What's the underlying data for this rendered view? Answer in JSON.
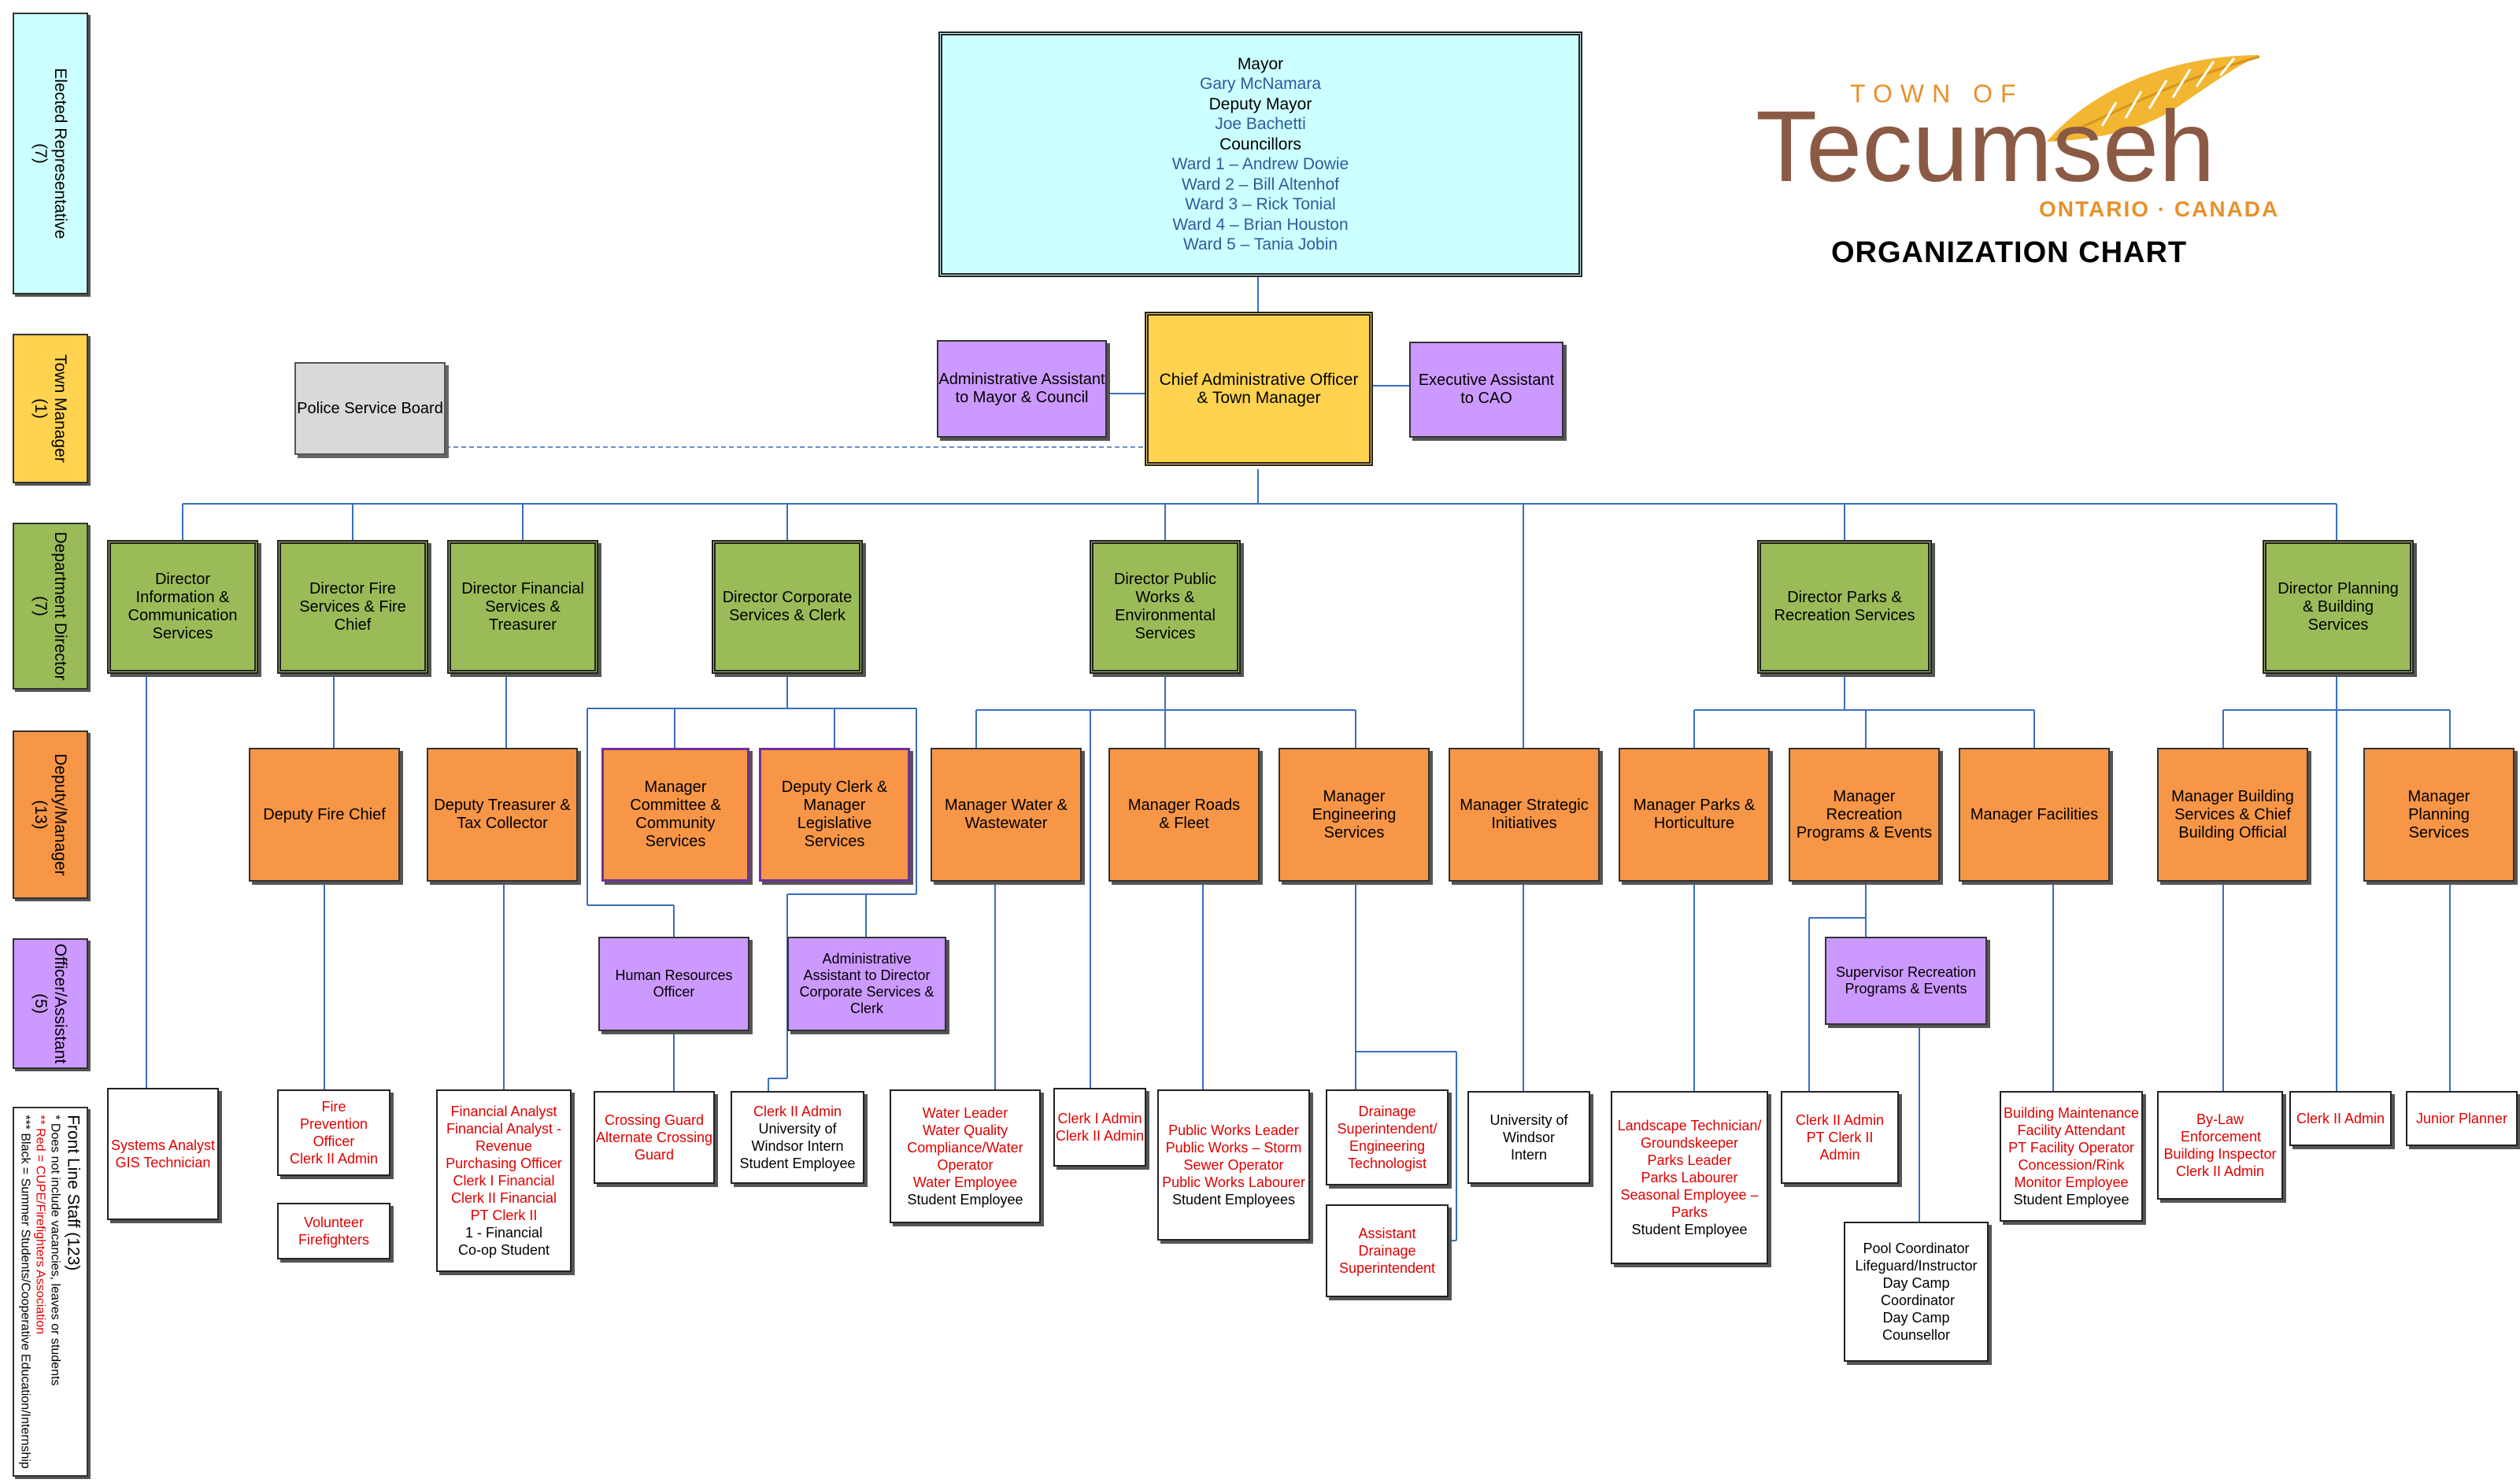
{
  "title": "ORGANIZATION CHART",
  "logo": {
    "top": "TOWN OF",
    "name": "Tecumseh",
    "bottom": "ONTARIO · CANADA",
    "colors": {
      "brown": "#8b5a44",
      "orange": "#e8902c",
      "feather": "#f2b632"
    }
  },
  "bands": [
    {
      "label": "Elected Representative",
      "count": "(7)",
      "color": "#ccffff"
    },
    {
      "label": "Town Manager",
      "count": "(1)",
      "color": "#ffd34f"
    },
    {
      "label": "Department Director",
      "count": "(7)",
      "color": "#9bbb59"
    },
    {
      "label": "Deputy/Manager",
      "count": "(13)",
      "color": "#f79646"
    },
    {
      "label": "Officer/Assistant",
      "count": "(5)",
      "color": "#cc99ff"
    },
    {
      "label": "Front Line Staff (123)",
      "notes": [
        "* Does not include vacancies, leaves or students",
        "** Red = CUPE/Firefighters Association",
        "*** Black = Summer Students/Cooperative Education/Internship"
      ]
    }
  ],
  "council": {
    "mayor_label": "Mayor",
    "mayor": "Gary McNamara",
    "deputy_label": "Deputy Mayor",
    "deputy": "Joe Bachetti",
    "councillors_label": "Councillors",
    "wards": [
      "Ward 1 – Andrew Dowie",
      "Ward 2 – Bill Altenhof",
      "Ward 3 – Rick Tonial",
      "Ward 4 – Brian Houston",
      "Ward 5 – Tania Jobin"
    ]
  },
  "cao": "Chief Administrative Officer & Town Manager",
  "admin_assistant_mayor": "Administrative Assistant to Mayor & Council",
  "exec_assistant": "Executive Assistant to CAO",
  "police": "Police Service Board",
  "directors": {
    "info": "Director Information & Communication Services",
    "fire": "Director Fire Services & Fire Chief",
    "finance": "Director Financial Services & Treasurer",
    "corporate": "Director Corporate Services & Clerk",
    "public_works": "Director Public Works & Environmental Services",
    "parks": "Director Parks & Recreation Services",
    "planning": "Director Planning & Building Services"
  },
  "managers": {
    "deputy_fire": "Deputy Fire Chief",
    "deputy_treasurer": "Deputy Treasurer & Tax Collector",
    "committee": "Manager Committee & Community Services",
    "deputy_clerk": "Deputy Clerk & Manager Legislative Services",
    "water": "Manager Water & Wastewater",
    "roads": "Manager Roads & Fleet",
    "engineering": "Manager Engineering Services",
    "strategic": "Manager Strategic Initiatives",
    "parks_hort": "Manager Parks & Horticulture",
    "recreation": "Manager Recreation Programs & Events",
    "facilities": "Manager Facilities",
    "building": "Manager Building Services & Chief Building Official",
    "planning": "Manager Planning Services"
  },
  "officers": {
    "hr": "Human Resources Officer",
    "admin_corp": "Administrative Assistant to Director Corporate Services & Clerk",
    "supervisor_rec": "Supervisor Recreation Programs & Events"
  },
  "staff": {
    "systems": {
      "red": [
        "Systems Analyst",
        "GIS Technician"
      ],
      "black": []
    },
    "fire_prev": {
      "red": [
        "Fire Prevention Officer",
        "Clerk II Admin"
      ],
      "black": []
    },
    "volunteer": {
      "red": [
        "Volunteer Firefighters"
      ],
      "black": []
    },
    "finance": {
      "red": [
        "Financial Analyst",
        "Financial Analyst - Revenue",
        "Purchasing Officer",
        "Clerk I Financial",
        "Clerk II Financial",
        "PT Clerk II"
      ],
      "black": [
        "1 - Financial",
        "Co-op Student"
      ]
    },
    "crossing": {
      "red": [
        "Crossing Guard",
        "Alternate Crossing Guard"
      ],
      "black": []
    },
    "clerk_corp": {
      "red": [
        "Clerk II Admin"
      ],
      "black": [
        "University of Windsor Intern",
        "Student Employee"
      ]
    },
    "water": {
      "red": [
        "Water Leader",
        "Water Quality Compliance/Water Operator",
        "Water Employee"
      ],
      "black": [
        "Student Employee"
      ]
    },
    "clerk_roads": {
      "red": [
        "Clerk I Admin",
        "Clerk II Admin"
      ],
      "black": []
    },
    "public_works": {
      "red": [
        "Public Works Leader",
        "Public Works – Storm Sewer Operator",
        "Public Works Labourer"
      ],
      "black": [
        "Student Employees"
      ]
    },
    "drainage": {
      "red": [
        "Drainage Superintendent/ Engineering Technologist"
      ],
      "black": []
    },
    "asst_drainage": {
      "red": [
        "Assistant Drainage Superintendent"
      ],
      "black": []
    },
    "strategic": {
      "red": [],
      "black": [
        "University of Windsor Intern"
      ]
    },
    "parks": {
      "red": [
        "Landscape Technician/ Groundskeeper",
        "Parks Leader",
        "Parks Labourer",
        "Seasonal Employee – Parks"
      ],
      "black": [
        "Student Employee"
      ]
    },
    "rec_clerk": {
      "red": [
        "Clerk II Admin",
        "PT Clerk II Admin"
      ],
      "black": []
    },
    "pool": {
      "red": [],
      "black": [
        "Pool Coordinator",
        "Lifeguard/Instructor",
        "Day Camp Coordinator",
        "Day Camp Counsellor"
      ]
    },
    "facilities": {
      "red": [
        "Building Maintenance",
        "Facility Attendant",
        "PT Facility Operator",
        "Concession/Rink Monitor Employee"
      ],
      "black": [
        "Student Employee"
      ]
    },
    "bylaw": {
      "red": [
        "By-Law Enforcement",
        "Building Inspector",
        "Clerk II Admin"
      ],
      "black": []
    },
    "clerk_planning": {
      "red": [
        "Clerk II Admin"
      ],
      "black": []
    },
    "junior_planner": {
      "red": [
        "Junior Planner"
      ],
      "black": []
    }
  },
  "colors": {
    "connector": "#3a6fbf",
    "dashed": "#6a8fd0",
    "red_text": "#e00000",
    "blue_text": "#2f5b9c"
  }
}
